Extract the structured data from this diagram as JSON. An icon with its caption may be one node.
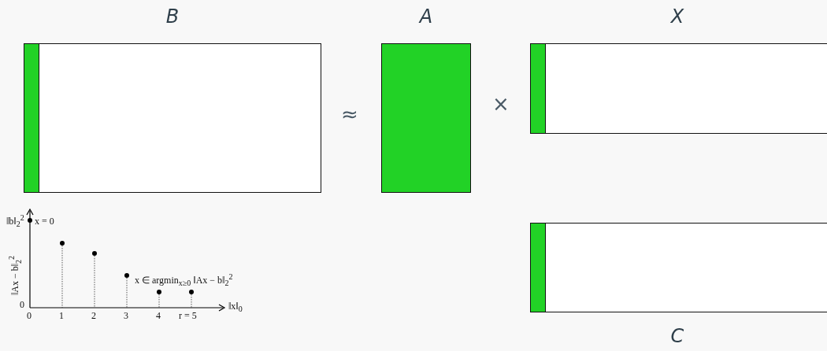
{
  "diagram": {
    "nodes": [
      {
        "text": [
          "B"
        ]
      },
      {
        "text": [
          "A"
        ]
      },
      {
        "text": [
          "X"
        ]
      },
      {
        "text": [
          "C"
        ]
      }
    ],
    "labels": [
      "≈",
      "×",
      "‖b‖$_{2}$$^{2}$",
      "x = 0",
      "‖Ax − b‖$_{2}$$^{2}$",
      "x ∈ argmin$_{x≥0}$ ‖Ax − b‖$_{2}$$^{2}$",
      "0",
      "0",
      "1",
      "2",
      "3",
      "4",
      "r = 5",
      "‖x‖$_{0}$"
    ]
  }
}
